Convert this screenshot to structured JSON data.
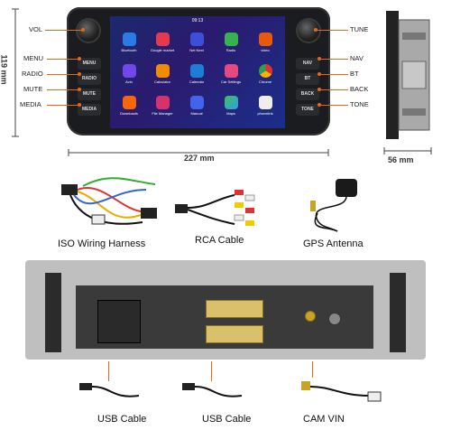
{
  "callouts_left": [
    "VOL",
    "MENU",
    "RADIO",
    "MUTE",
    "MEDIA"
  ],
  "callouts_right": [
    "TUNE",
    "NAV",
    "BT",
    "BACK",
    "TONE"
  ],
  "dimensions": {
    "height": "119 mm",
    "width": "227 mm",
    "depth": "56 mm"
  },
  "screen": {
    "time": "09:13",
    "apps": [
      "Bluetooth",
      "Google market",
      "Net Next",
      "Radio",
      "video",
      "Avin",
      "Calculator",
      "Calendar",
      "Car Settings",
      "Chrome",
      "Downloads",
      "File Manager",
      "Manual",
      "Maps",
      "phonelink"
    ]
  },
  "head_buttons_left": [
    "MENU",
    "RADIO",
    "MUTE",
    "MEDIA"
  ],
  "head_buttons_right": [
    "NAV",
    "BT",
    "BACK",
    "TONE"
  ],
  "accessories": [
    "ISO Wiring Harness",
    "RCA Cable",
    "GPS Antenna"
  ],
  "rear_labels": [
    "USB Cable",
    "USB Cable",
    "CAM VIN"
  ],
  "colors": {
    "leader": "#e06a1a",
    "unit_body": "#1b1c1f",
    "screen_bg": "#1a2a6e",
    "connector": "#d9c06a"
  }
}
